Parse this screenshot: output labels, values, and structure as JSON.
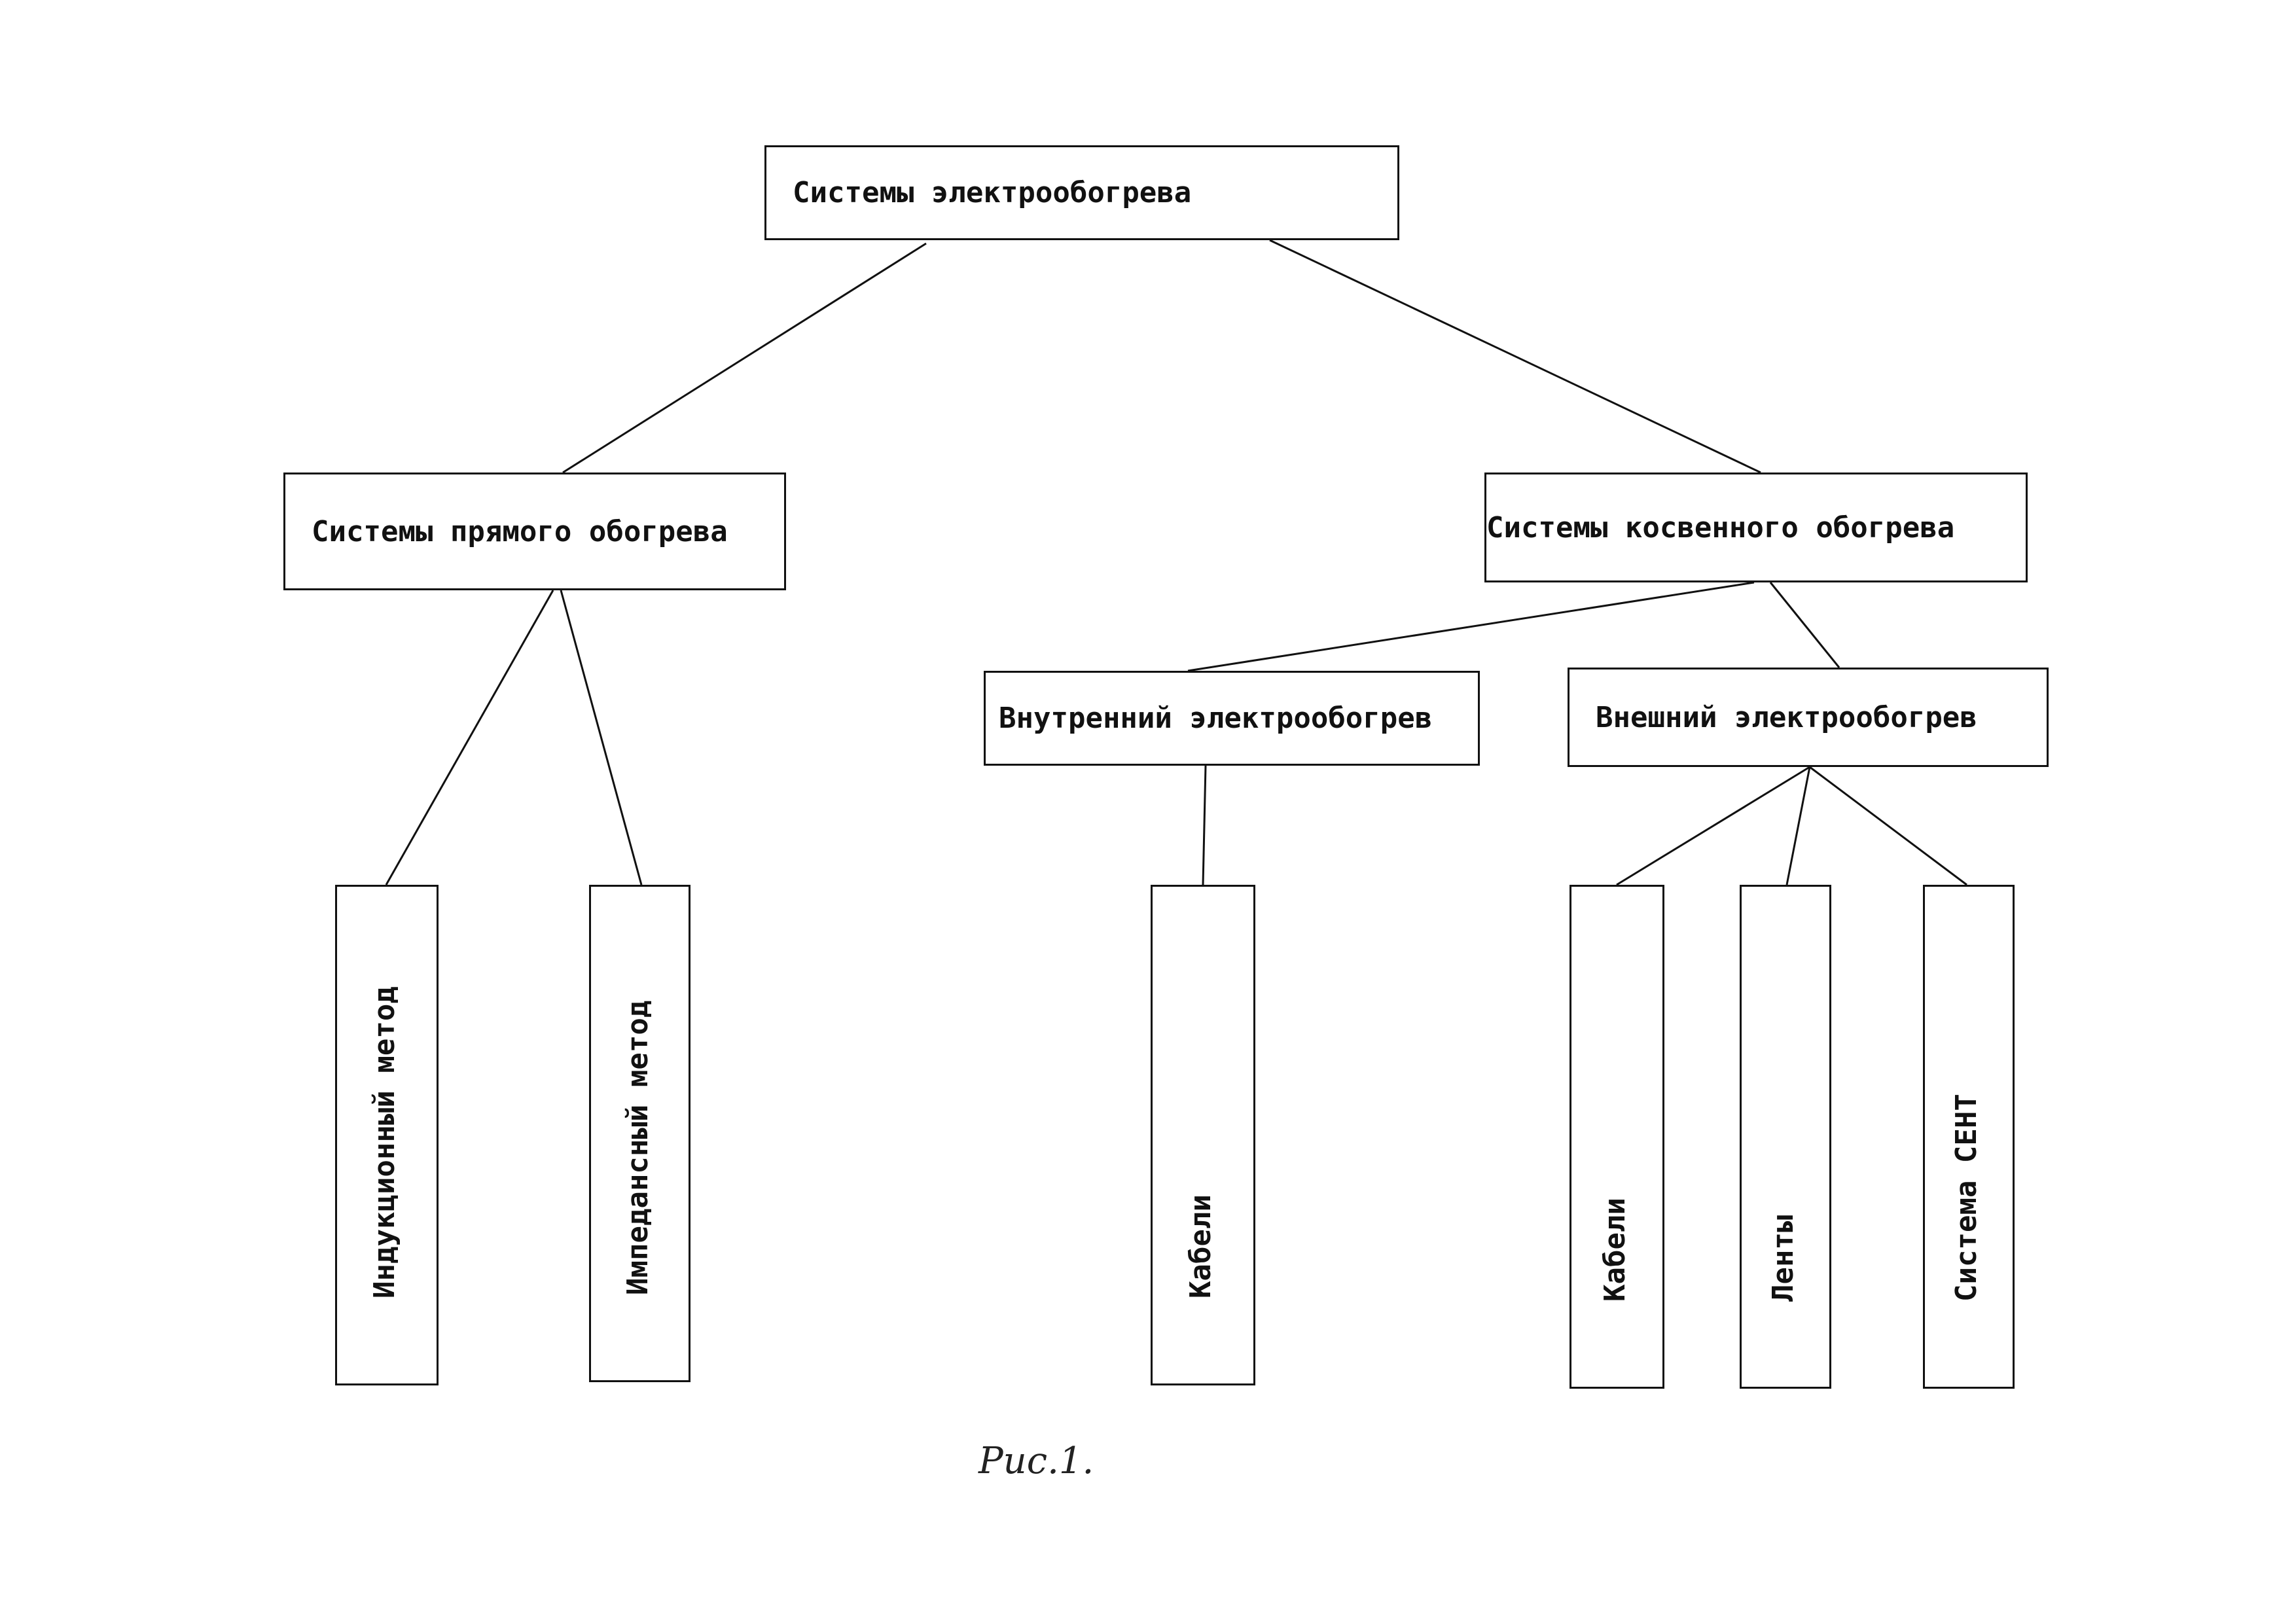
{
  "diagram": {
    "root": {
      "label": "Системы электрообогрева"
    },
    "direct": {
      "label": "Системы прямого обогрева",
      "children": [
        "Индукционный метод",
        "Импедансный метод"
      ]
    },
    "indirect": {
      "label": "Системы косвенного обогрева",
      "internal": {
        "label": "Внутренний электрообогрев",
        "children": [
          "Кабели"
        ]
      },
      "external": {
        "label": "Внешний электрообогрев",
        "children": [
          "Кабели",
          "Ленты",
          "Система СЕНТ"
        ]
      }
    }
  },
  "caption": "Рис.1."
}
